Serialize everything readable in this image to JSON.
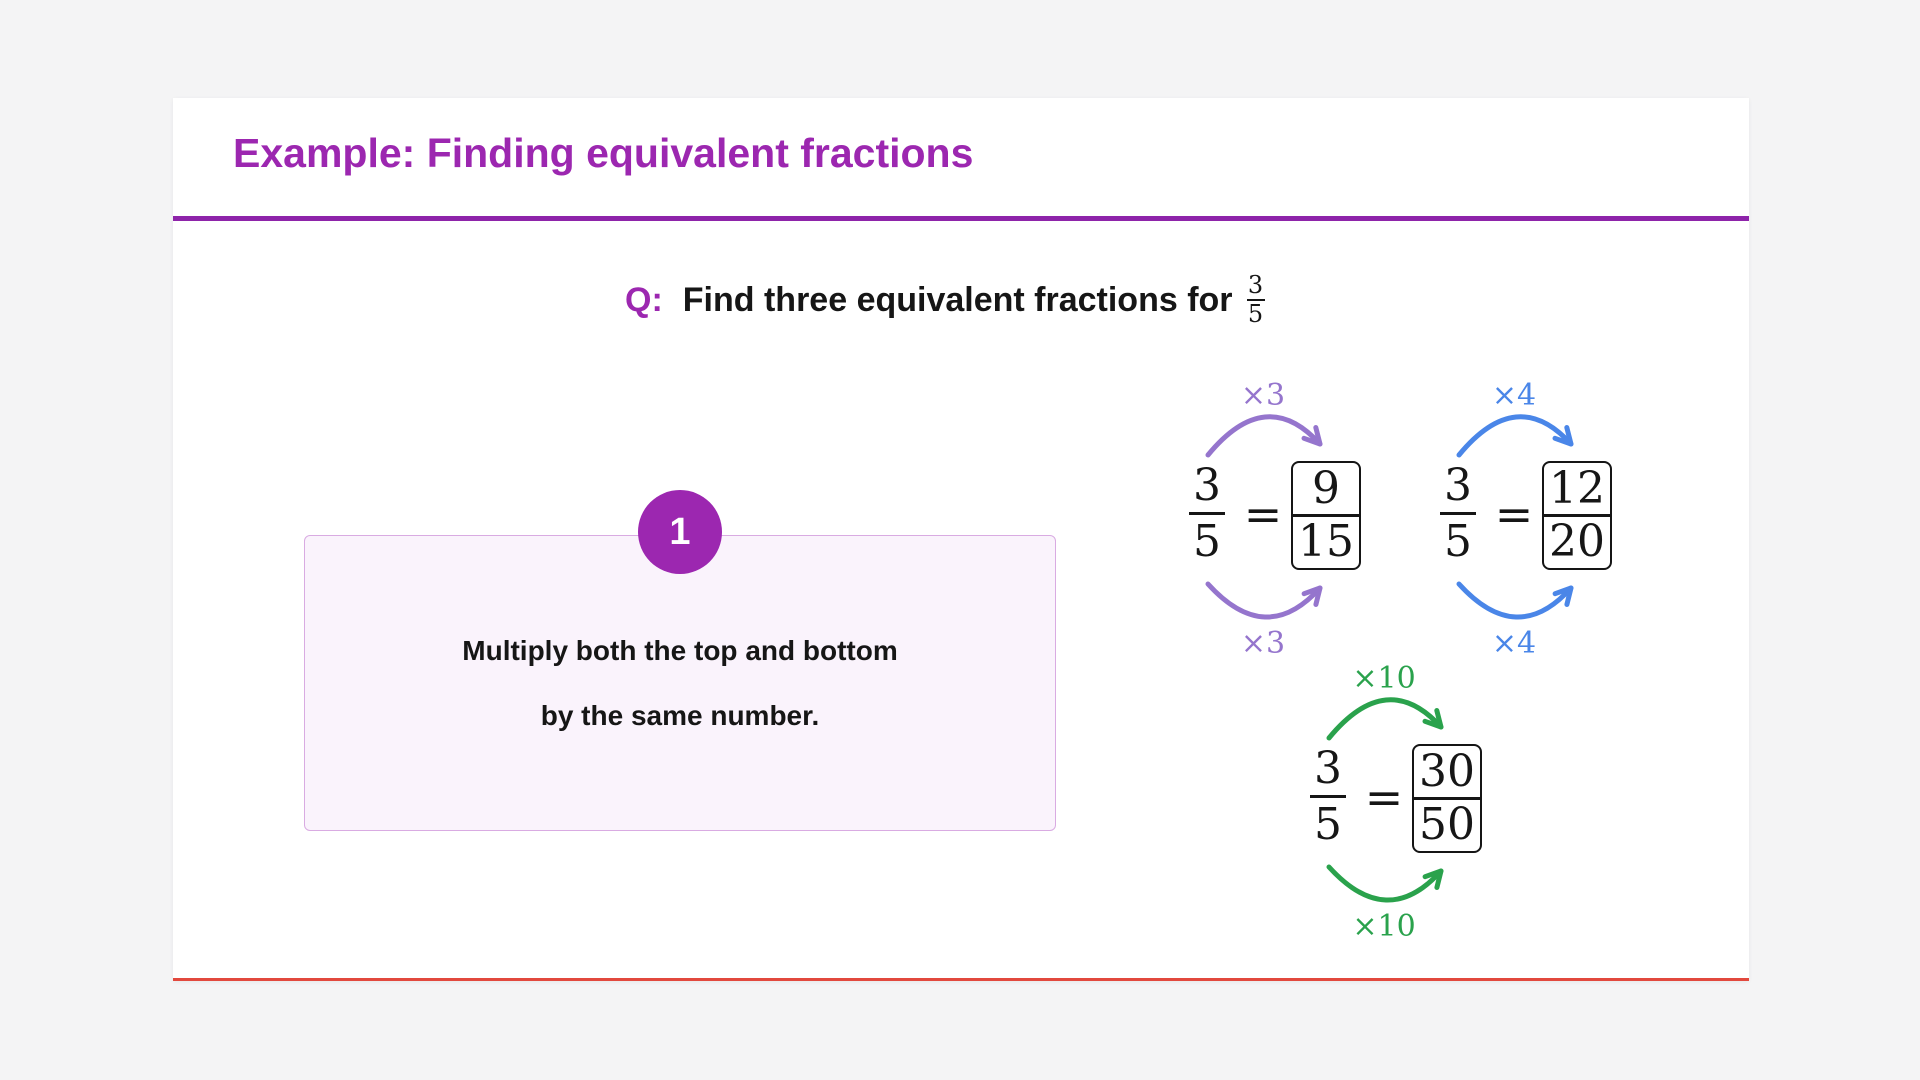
{
  "slide": {
    "title": "Example: Finding equivalent fractions",
    "question": {
      "label": "Q:",
      "text": "Find three equivalent fractions for",
      "fraction": {
        "num": "3",
        "den": "5"
      }
    },
    "step": {
      "number": "1",
      "lines": [
        "Multiply both the top and bottom",
        "by the same number."
      ]
    },
    "diagrams": [
      {
        "multiplier": "×3",
        "color": "#9575cd",
        "from": {
          "num": "3",
          "den": "5"
        },
        "equals": "=",
        "to": {
          "num": "9",
          "den": "15"
        }
      },
      {
        "multiplier": "×4",
        "color": "#4a86e8",
        "from": {
          "num": "3",
          "den": "5"
        },
        "equals": "=",
        "to": {
          "num": "12",
          "den": "20"
        }
      },
      {
        "multiplier": "×10",
        "color": "#2aa24c",
        "from": {
          "num": "3",
          "den": "5"
        },
        "equals": "=",
        "to": {
          "num": "30",
          "den": "50"
        }
      }
    ],
    "colors": {
      "accent": "#9c27b0",
      "divider": "#8e24aa",
      "bottom_line": "#e2483d"
    }
  }
}
